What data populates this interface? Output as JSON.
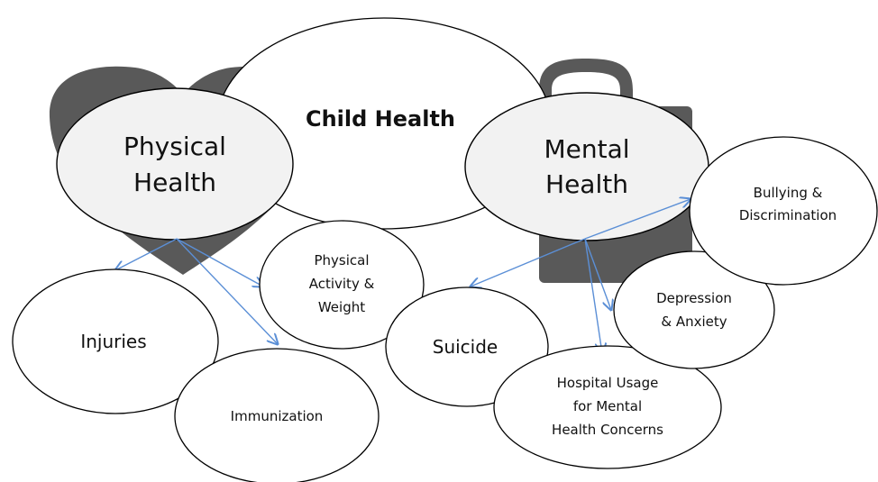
{
  "diagram": {
    "center": {
      "label": "Child Health"
    },
    "physical": {
      "line1": "Physical",
      "line2": "Health"
    },
    "mental": {
      "line1": "Mental",
      "line2": "Health"
    },
    "nodes": {
      "injuries": {
        "label": "Injuries"
      },
      "immunization": {
        "label": "Immunization"
      },
      "activity": {
        "line1": "Physical",
        "line2": "Activity &",
        "line3": "Weight"
      },
      "suicide": {
        "label": "Suicide"
      },
      "hospital": {
        "line1": "Hospital Usage",
        "line2": "for Mental",
        "line3": "Health Concerns"
      },
      "depression": {
        "line1": "Depression",
        "line2": "& Anxiety"
      },
      "bullying": {
        "line1": "Bullying &",
        "line2": "Discrimination"
      }
    },
    "colors": {
      "arrow": "#5b8fd6",
      "silhouette": "#595959",
      "main_fill": "#f2f2f2"
    },
    "icons": [
      "heart-icon",
      "first-aid-kit-icon"
    ]
  }
}
